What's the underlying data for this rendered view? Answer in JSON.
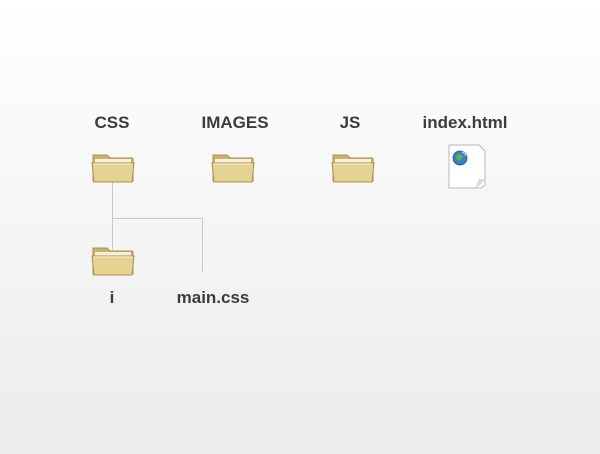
{
  "items": {
    "css": {
      "label": "CSS",
      "icon": "folder-icon"
    },
    "images": {
      "label": "IMAGES",
      "icon": "folder-icon"
    },
    "js": {
      "label": "JS",
      "icon": "folder-icon"
    },
    "index": {
      "label": "index.html",
      "icon": "html-file-icon"
    },
    "i": {
      "label": "i",
      "icon": "folder-icon"
    },
    "main": {
      "label": "main.css",
      "icon": ""
    }
  },
  "colors": {
    "label_text": "#3c3c3c",
    "connector": "#c9c9c9",
    "folder_front": "#e5d394",
    "folder_back": "#c9b26d",
    "folder_outline": "#a8914e"
  }
}
